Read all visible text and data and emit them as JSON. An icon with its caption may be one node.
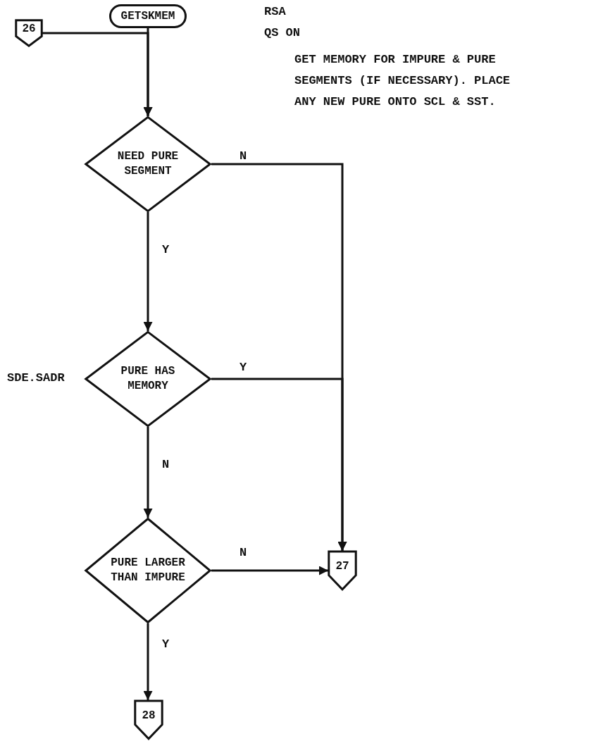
{
  "diagram": {
    "nodes": [
      {
        "text": [
          "GETSKMEM"
        ]
      },
      {
        "text": [
          "26"
        ]
      },
      {
        "text": [
          "NEED PURE SEGMENT"
        ]
      },
      {
        "text": [
          "PURE HAS MEMORY"
        ]
      },
      {
        "text": [
          "PURE LARGER THAN IMPURE"
        ]
      },
      {
        "text": [
          "27"
        ]
      },
      {
        "text": [
          "28"
        ]
      }
    ],
    "edges": [
      {
        "from": 0,
        "to": 2,
        "arrow": "to"
      },
      {
        "from": 1,
        "to": 2,
        "arrow": "to"
      },
      {
        "from": 2,
        "to": 3,
        "arrow": "to",
        "label": "Y"
      },
      {
        "from": 2,
        "to": 5,
        "arrow": "to",
        "label": "N"
      },
      {
        "from": 3,
        "to": 5,
        "arrow": "to",
        "label": "Y"
      },
      {
        "from": 3,
        "to": 4,
        "arrow": "to",
        "label": "N"
      },
      {
        "from": 4,
        "to": 5,
        "arrow": "to",
        "label": "N"
      },
      {
        "from": 4,
        "to": 6,
        "arrow": "to",
        "label": "Y"
      }
    ],
    "labels": [
      "RSA",
      "QS ON",
      "GET MEMORY FOR IMPURE & PURE SEGMENTS (IF NECESSARY). PLACE ANY NEW PURE ONTO SCL & SST.",
      "SDE.SADR"
    ]
  }
}
